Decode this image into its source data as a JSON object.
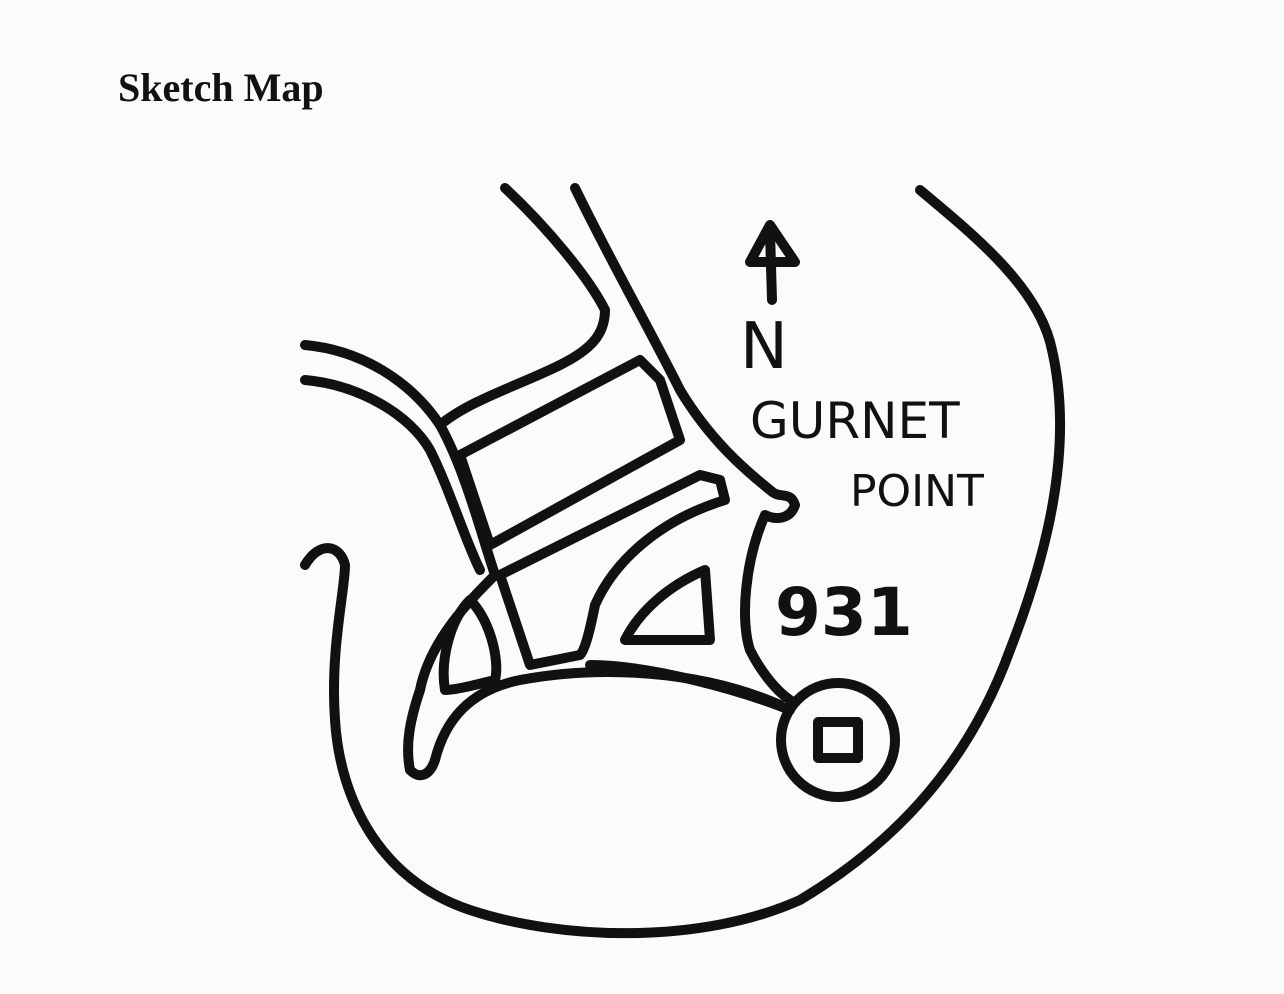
{
  "title": "Sketch Map",
  "map": {
    "north_label": "N",
    "place_name_line1": "GURNET",
    "place_name_line2": "POINT",
    "route_number": "931",
    "ink_color": "#111111",
    "paper_color": "#fbfbfb"
  }
}
